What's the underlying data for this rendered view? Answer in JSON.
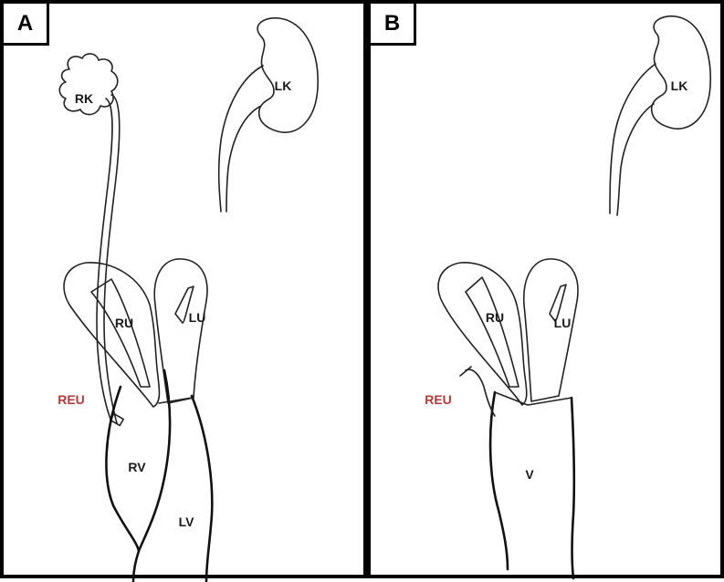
{
  "panels": [
    {
      "tag": "A",
      "labels": {
        "right_kidney": "RK",
        "left_kidney": "LK",
        "right_uterus": "RU",
        "left_uterus": "LU",
        "right_ectopic_ureter": "REU",
        "right_vagina": "RV",
        "left_vagina": "LV"
      }
    },
    {
      "tag": "B",
      "labels": {
        "left_kidney": "LK",
        "right_uterus": "RU",
        "left_uterus": "LU",
        "right_ectopic_ureter": "REU",
        "vagina": "V"
      }
    }
  ],
  "colors": {
    "accent_label": "#b23a3a",
    "ink": "#222222"
  }
}
